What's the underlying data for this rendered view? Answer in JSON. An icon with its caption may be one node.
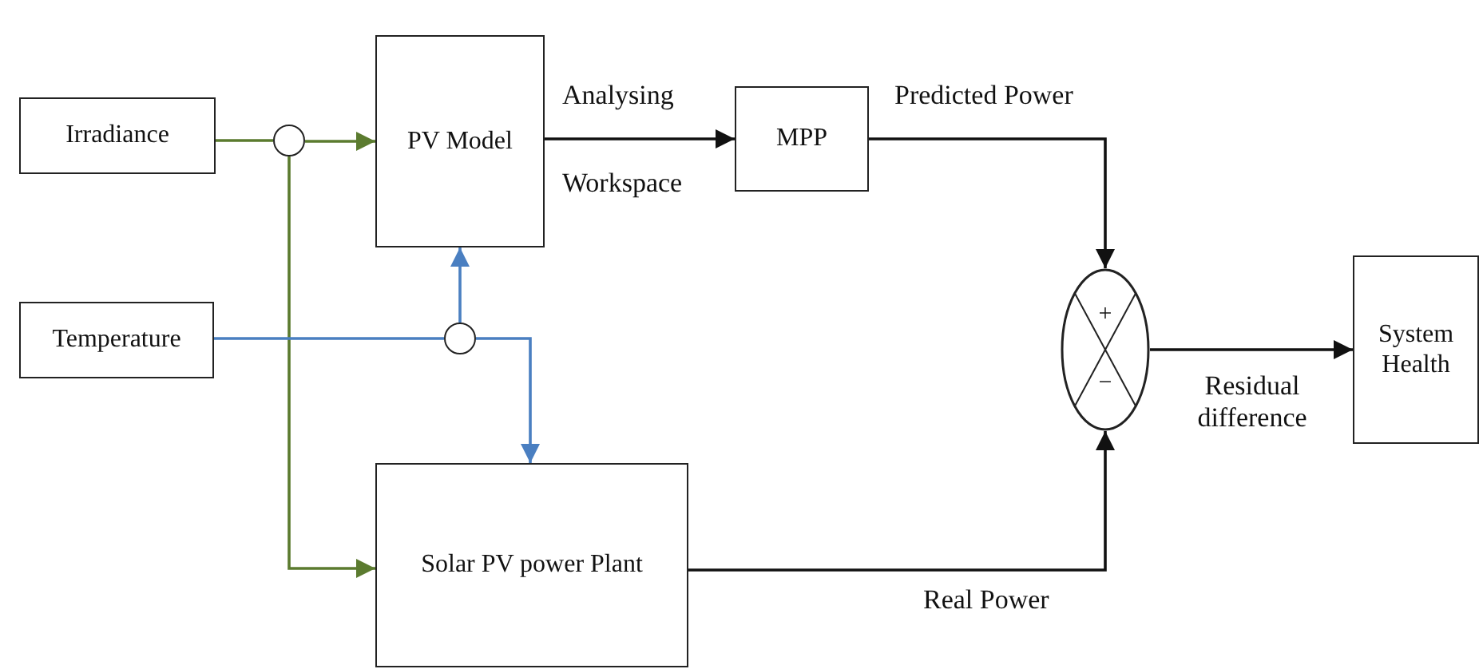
{
  "diagram": {
    "nodes": [
      {
        "text": [
          "Irradiance"
        ]
      },
      {
        "text": [],
        "shape": "circle"
      },
      {
        "text": [
          "PV Model"
        ]
      },
      {
        "text": [
          "MPP"
        ]
      },
      {
        "text": [
          "Temperature"
        ]
      },
      {
        "text": [],
        "shape": "circle"
      },
      {
        "text": [
          "+",
          "−"
        ]
      },
      {
        "text": [
          "System Health"
        ]
      },
      {
        "text": [
          "Solar PV power Plant"
        ]
      }
    ],
    "edges": [
      {
        "from": 0,
        "to": 1,
        "arrow": "none",
        "color": "#5b7b2f"
      },
      {
        "from": 1,
        "to": 2,
        "arrow": "to",
        "color": "#5b7b2f"
      },
      {
        "from": 1,
        "to": 8,
        "arrow": "to",
        "color": "#5b7b2f"
      },
      {
        "from": 4,
        "to": 5,
        "arrow": "none",
        "color": "#4a7fc1"
      },
      {
        "from": 5,
        "to": 2,
        "arrow": "to",
        "color": "#4a7fc1"
      },
      {
        "from": 5,
        "to": 8,
        "arrow": "to",
        "color": "#4a7fc1"
      },
      {
        "from": 2,
        "to": 3,
        "arrow": "to"
      },
      {
        "from": 3,
        "to": 6,
        "arrow": "to",
        "label": "Predicted Power"
      },
      {
        "from": 8,
        "to": 6,
        "arrow": "to",
        "label": "Real Power"
      },
      {
        "from": 6,
        "to": 7,
        "arrow": "to",
        "label": "Residual difference"
      }
    ],
    "labels": [
      "Analysing",
      "Workspace"
    ]
  }
}
